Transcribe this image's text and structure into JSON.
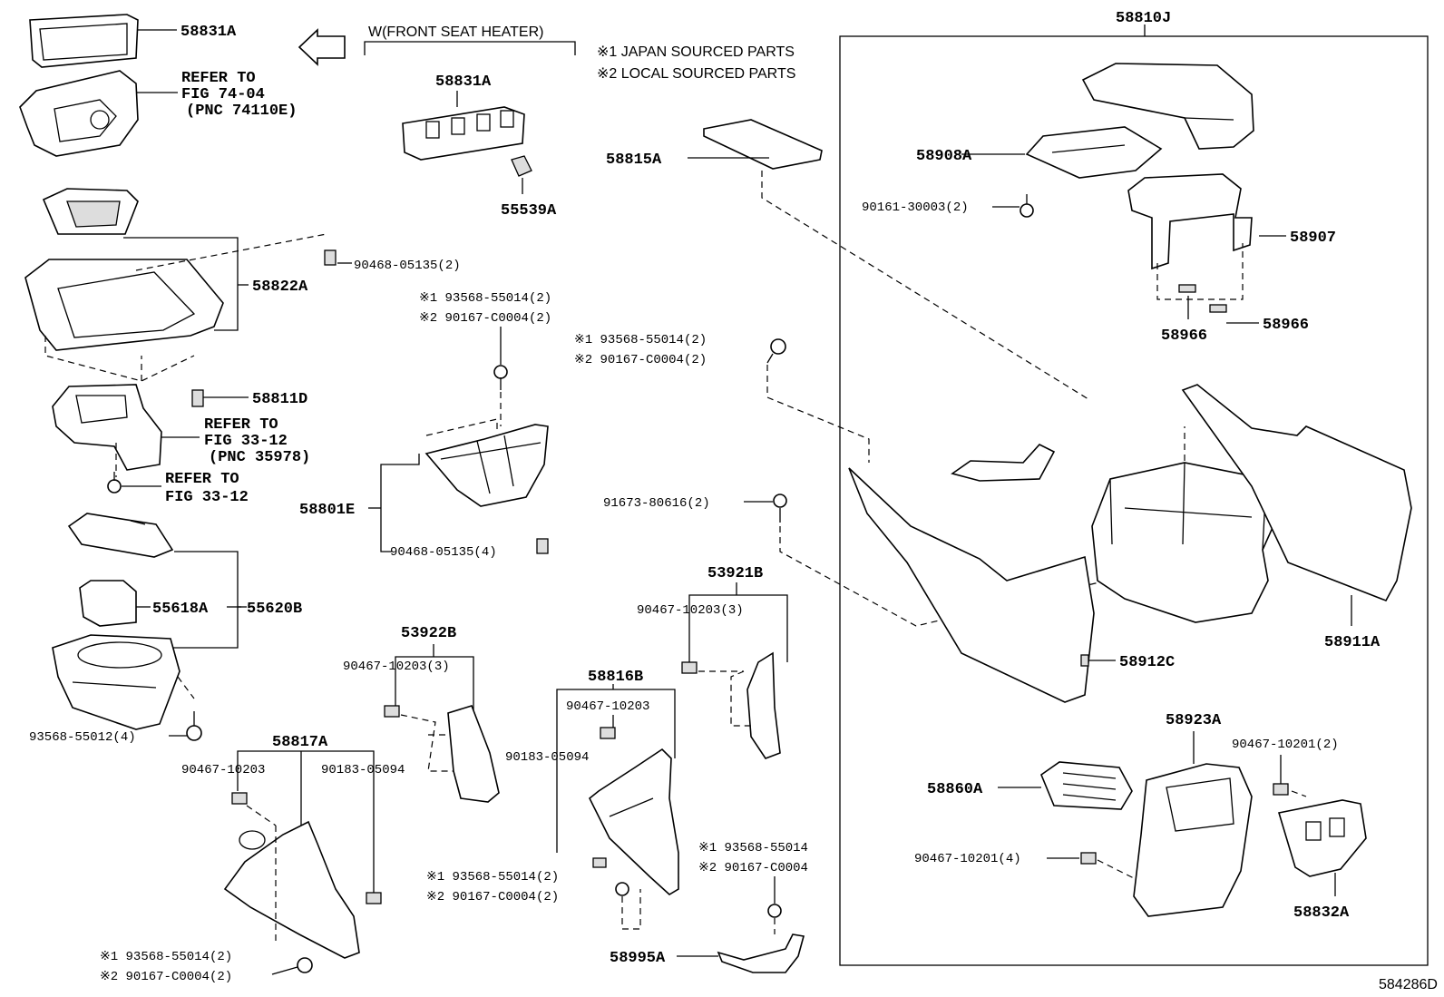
{
  "diagram": {
    "code": "584286D"
  },
  "header": {
    "variant": "W(FRONT SEAT HEATER)",
    "note1": "※1 JAPAN SOURCED PARTS",
    "note2": "※2 LOCAL SOURCED PARTS"
  },
  "refs": {
    "r1": [
      "REFER TO",
      "FIG 74-04",
      "(PNC 74110E)"
    ],
    "r2": [
      "REFER TO",
      "FIG 33-12",
      "(PNC 35978)"
    ],
    "r3": [
      "REFER TO",
      "FIG 33-12"
    ]
  },
  "labels": {
    "p58831A_top": "58831A",
    "p58831A_mid": "58831A",
    "p55539A": "55539A",
    "p58815A": "58815A",
    "p58810J": "58810J",
    "p58908A": "58908A",
    "p90161": "90161-30003(2)",
    "p58907": "58907",
    "p58966a": "58966",
    "p58966b": "58966",
    "p90468a": "90468-05135(2)",
    "p58822A": "58822A",
    "s1a": "※1 93568-55014(2)",
    "s2a": "※2 90167-C0004(2)",
    "s1b": "※1 93568-55014(2)",
    "s2b": "※2 90167-C0004(2)",
    "p58811D": "58811D",
    "p58801E": "58801E",
    "p90468b": "90468-05135(4)",
    "p91673": "91673-80616(2)",
    "p58911A": "58911A",
    "p58912C": "58912C",
    "p55618A": "55618A",
    "p55620B": "55620B",
    "p53921B": "53921B",
    "p90467_3a": "90467-10203(3)",
    "p53922B": "53922B",
    "p90467_3b": "90467-10203(3)",
    "p58816B": "58816B",
    "p90467_c": "90467-10203",
    "p90183_a": "90183-05094",
    "p93568_12": "93568-55012(4)",
    "p58817A": "58817A",
    "p90467_d": "90467-10203",
    "p90183_b": "90183-05094",
    "p58923A": "58923A",
    "p90467_201a": "90467-10201(2)",
    "p58860A": "58860A",
    "p90467_201b": "90467-10201(4)",
    "p58832A": "58832A",
    "s1c": "※1 93568-55014(2)",
    "s2c": "※2 90167-C0004(2)",
    "s1d": "※1 93568-55014",
    "s2d": "※2 90167-C0004",
    "s1e": "※1 93568-55014(2)",
    "s2e": "※2 90167-C0004(2)",
    "p58995A": "58995A"
  }
}
